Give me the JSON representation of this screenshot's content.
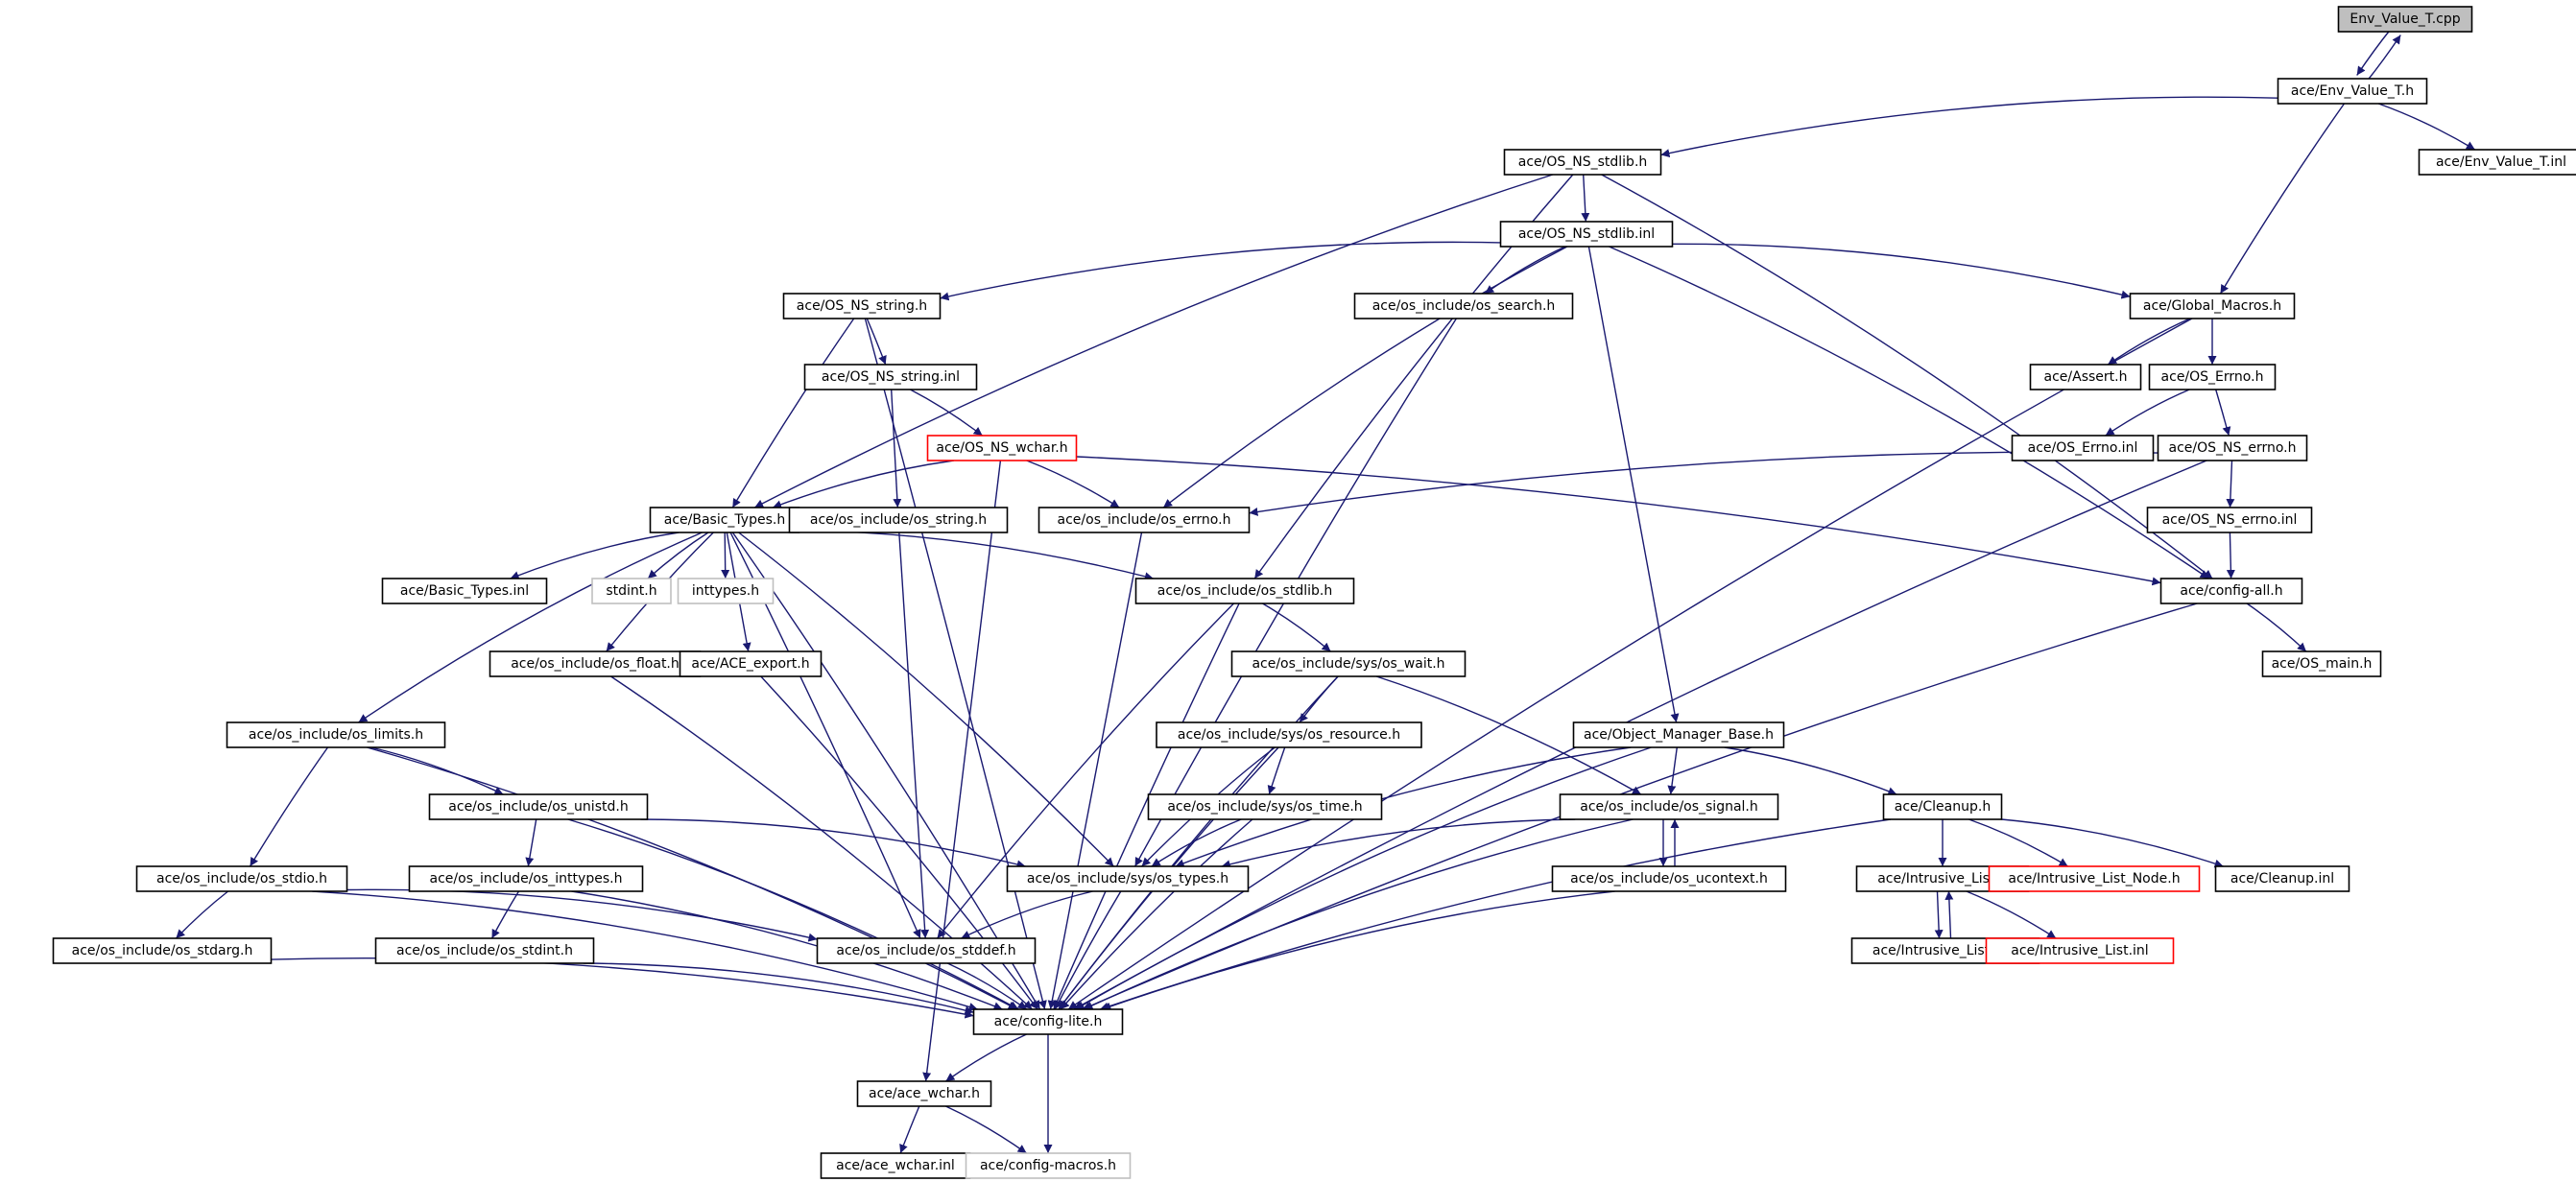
{
  "graph": {
    "nodes": [
      {
        "id": "env_value_t_cpp",
        "label": "Env_Value_T.cpp",
        "style": "root"
      },
      {
        "id": "env_value_t_h",
        "label": "ace/Env_Value_T.h",
        "style": "normal"
      },
      {
        "id": "env_value_t_inl",
        "label": "ace/Env_Value_T.inl",
        "style": "normal"
      },
      {
        "id": "os_ns_stdlib_h",
        "label": "ace/OS_NS_stdlib.h",
        "style": "normal"
      },
      {
        "id": "os_ns_stdlib_inl",
        "label": "ace/OS_NS_stdlib.inl",
        "style": "normal"
      },
      {
        "id": "os_ns_string_h",
        "label": "ace/OS_NS_string.h",
        "style": "normal"
      },
      {
        "id": "os_search_h",
        "label": "ace/os_include/os_search.h",
        "style": "normal"
      },
      {
        "id": "global_macros_h",
        "label": "ace/Global_Macros.h",
        "style": "normal"
      },
      {
        "id": "os_ns_string_inl",
        "label": "ace/OS_NS_string.inl",
        "style": "normal"
      },
      {
        "id": "assert_h",
        "label": "ace/Assert.h",
        "style": "normal"
      },
      {
        "id": "os_errno_h_cap",
        "label": "ace/OS_Errno.h",
        "style": "normal"
      },
      {
        "id": "os_ns_wchar_h",
        "label": "ace/OS_NS_wchar.h",
        "style": "red"
      },
      {
        "id": "os_errno_inl_cap",
        "label": "ace/OS_Errno.inl",
        "style": "normal"
      },
      {
        "id": "os_ns_errno_h",
        "label": "ace/OS_NS_errno.h",
        "style": "normal"
      },
      {
        "id": "basic_types_h",
        "label": "ace/Basic_Types.h",
        "style": "normal"
      },
      {
        "id": "os_string_h",
        "label": "ace/os_include/os_string.h",
        "style": "normal"
      },
      {
        "id": "os_errno_h",
        "label": "ace/os_include/os_errno.h",
        "style": "normal"
      },
      {
        "id": "os_ns_errno_inl",
        "label": "ace/OS_NS_errno.inl",
        "style": "normal"
      },
      {
        "id": "basic_types_inl",
        "label": "ace/Basic_Types.inl",
        "style": "normal"
      },
      {
        "id": "stdint_h",
        "label": "stdint.h",
        "style": "gray"
      },
      {
        "id": "inttypes_h",
        "label": "inttypes.h",
        "style": "gray"
      },
      {
        "id": "os_stdlib_h",
        "label": "ace/os_include/os_stdlib.h",
        "style": "normal"
      },
      {
        "id": "config_all_h",
        "label": "ace/config-all.h",
        "style": "normal"
      },
      {
        "id": "os_float_h",
        "label": "ace/os_include/os_float.h",
        "style": "normal"
      },
      {
        "id": "ace_export_h",
        "label": "ace/ACE_export.h",
        "style": "normal"
      },
      {
        "id": "os_wait_h",
        "label": "ace/os_include/sys/os_wait.h",
        "style": "normal"
      },
      {
        "id": "os_main_h",
        "label": "ace/OS_main.h",
        "style": "normal"
      },
      {
        "id": "os_limits_h",
        "label": "ace/os_include/os_limits.h",
        "style": "normal"
      },
      {
        "id": "os_resource_h",
        "label": "ace/os_include/sys/os_resource.h",
        "style": "normal"
      },
      {
        "id": "object_manager_base_h",
        "label": "ace/Object_Manager_Base.h",
        "style": "normal"
      },
      {
        "id": "os_unistd_h",
        "label": "ace/os_include/os_unistd.h",
        "style": "normal"
      },
      {
        "id": "os_time_h",
        "label": "ace/os_include/sys/os_time.h",
        "style": "normal"
      },
      {
        "id": "os_signal_h",
        "label": "ace/os_include/os_signal.h",
        "style": "normal"
      },
      {
        "id": "cleanup_h",
        "label": "ace/Cleanup.h",
        "style": "normal"
      },
      {
        "id": "os_stdio_h",
        "label": "ace/os_include/os_stdio.h",
        "style": "normal"
      },
      {
        "id": "os_inttypes_h",
        "label": "ace/os_include/os_inttypes.h",
        "style": "normal"
      },
      {
        "id": "os_types_h",
        "label": "ace/os_include/sys/os_types.h",
        "style": "normal"
      },
      {
        "id": "os_ucontext_h",
        "label": "ace/os_include/os_ucontext.h",
        "style": "normal"
      },
      {
        "id": "intrusive_list_h",
        "label": "ace/Intrusive_List.h",
        "style": "normal"
      },
      {
        "id": "intrusive_list_node_h",
        "label": "ace/Intrusive_List_Node.h",
        "style": "red"
      },
      {
        "id": "cleanup_inl",
        "label": "ace/Cleanup.inl",
        "style": "normal"
      },
      {
        "id": "os_stdarg_h",
        "label": "ace/os_include/os_stdarg.h",
        "style": "normal"
      },
      {
        "id": "os_stdint_h",
        "label": "ace/os_include/os_stdint.h",
        "style": "normal"
      },
      {
        "id": "os_stddef_h",
        "label": "ace/os_include/os_stddef.h",
        "style": "normal"
      },
      {
        "id": "intrusive_list_cpp",
        "label": "ace/Intrusive_List.cpp",
        "style": "normal"
      },
      {
        "id": "intrusive_list_inl",
        "label": "ace/Intrusive_List.inl",
        "style": "red"
      },
      {
        "id": "config_lite_h",
        "label": "ace/config-lite.h",
        "style": "normal"
      },
      {
        "id": "ace_wchar_h",
        "label": "ace/ace_wchar.h",
        "style": "normal"
      },
      {
        "id": "ace_wchar_inl",
        "label": "ace/ace_wchar.inl",
        "style": "normal"
      },
      {
        "id": "config_macros_h",
        "label": "ace/config-macros.h",
        "style": "gray"
      }
    ],
    "edges": [
      [
        "env_value_t_cpp",
        "env_value_t_h"
      ],
      [
        "env_value_t_h",
        "env_value_t_cpp"
      ],
      [
        "env_value_t_h",
        "os_ns_stdlib_h"
      ],
      [
        "env_value_t_h",
        "global_macros_h"
      ],
      [
        "env_value_t_h",
        "env_value_t_inl"
      ],
      [
        "os_ns_stdlib_h",
        "basic_types_h"
      ],
      [
        "os_ns_stdlib_h",
        "os_stdlib_h"
      ],
      [
        "os_ns_stdlib_h",
        "config_all_h"
      ],
      [
        "os_ns_stdlib_h",
        "os_ns_stdlib_inl"
      ],
      [
        "os_ns_stdlib_inl",
        "os_ns_string_h"
      ],
      [
        "os_ns_stdlib_inl",
        "os_search_h"
      ],
      [
        "os_ns_stdlib_inl",
        "global_macros_h"
      ],
      [
        "os_ns_stdlib_inl",
        "os_errno_h"
      ],
      [
        "os_ns_stdlib_inl",
        "object_manager_base_h"
      ],
      [
        "os_ns_stdlib_inl",
        "config_all_h"
      ],
      [
        "os_ns_string_h",
        "basic_types_h"
      ],
      [
        "os_ns_string_h",
        "os_ns_string_inl"
      ],
      [
        "os_ns_string_h",
        "config_lite_h"
      ],
      [
        "os_ns_string_inl",
        "os_ns_wchar_h"
      ],
      [
        "os_ns_string_inl",
        "os_string_h"
      ],
      [
        "os_search_h",
        "os_types_h"
      ],
      [
        "global_macros_h",
        "assert_h"
      ],
      [
        "global_macros_h",
        "os_errno_h_cap"
      ],
      [
        "global_macros_h",
        "config_lite_h"
      ],
      [
        "os_errno_h_cap",
        "os_errno_inl_cap"
      ],
      [
        "os_errno_h_cap",
        "os_ns_errno_h"
      ],
      [
        "os_ns_wchar_h",
        "basic_types_h"
      ],
      [
        "os_ns_wchar_h",
        "os_errno_h"
      ],
      [
        "os_ns_wchar_h",
        "config_all_h"
      ],
      [
        "os_ns_wchar_h",
        "ace_wchar_h"
      ],
      [
        "os_ns_errno_h",
        "os_errno_h"
      ],
      [
        "os_ns_errno_h",
        "os_ns_errno_inl"
      ],
      [
        "os_ns_errno_h",
        "config_lite_h"
      ],
      [
        "os_ns_errno_inl",
        "config_all_h"
      ],
      [
        "basic_types_h",
        "basic_types_inl"
      ],
      [
        "basic_types_h",
        "stdint_h"
      ],
      [
        "basic_types_h",
        "inttypes_h"
      ],
      [
        "basic_types_h",
        "os_float_h"
      ],
      [
        "basic_types_h",
        "ace_export_h"
      ],
      [
        "basic_types_h",
        "os_limits_h"
      ],
      [
        "basic_types_h",
        "os_stdlib_h"
      ],
      [
        "basic_types_h",
        "os_types_h"
      ],
      [
        "basic_types_h",
        "os_stddef_h"
      ],
      [
        "basic_types_h",
        "config_lite_h"
      ],
      [
        "os_string_h",
        "os_stddef_h"
      ],
      [
        "os_errno_h",
        "config_lite_h"
      ],
      [
        "os_stdlib_h",
        "os_wait_h"
      ],
      [
        "os_stdlib_h",
        "os_stddef_h"
      ],
      [
        "os_stdlib_h",
        "config_lite_h"
      ],
      [
        "config_all_h",
        "os_main_h"
      ],
      [
        "config_all_h",
        "config_lite_h"
      ],
      [
        "os_float_h",
        "config_lite_h"
      ],
      [
        "ace_export_h",
        "config_lite_h"
      ],
      [
        "os_wait_h",
        "os_resource_h"
      ],
      [
        "os_wait_h",
        "os_signal_h"
      ],
      [
        "os_wait_h",
        "config_lite_h"
      ],
      [
        "os_limits_h",
        "os_unistd_h"
      ],
      [
        "os_limits_h",
        "os_stdio_h"
      ],
      [
        "os_limits_h",
        "config_lite_h"
      ],
      [
        "os_resource_h",
        "os_time_h"
      ],
      [
        "os_resource_h",
        "os_types_h"
      ],
      [
        "os_resource_h",
        "config_lite_h"
      ],
      [
        "object_manager_base_h",
        "os_signal_h"
      ],
      [
        "object_manager_base_h",
        "cleanup_h"
      ],
      [
        "object_manager_base_h",
        "os_types_h"
      ],
      [
        "object_manager_base_h",
        "config_lite_h"
      ],
      [
        "os_unistd_h",
        "os_inttypes_h"
      ],
      [
        "os_unistd_h",
        "os_types_h"
      ],
      [
        "os_unistd_h",
        "config_lite_h"
      ],
      [
        "os_time_h",
        "os_types_h"
      ],
      [
        "os_time_h",
        "config_lite_h"
      ],
      [
        "os_signal_h",
        "os_types_h"
      ],
      [
        "os_signal_h",
        "os_ucontext_h"
      ],
      [
        "os_signal_h",
        "config_lite_h"
      ],
      [
        "os_ucontext_h",
        "os_signal_h"
      ],
      [
        "os_ucontext_h",
        "config_lite_h"
      ],
      [
        "cleanup_h",
        "intrusive_list_h"
      ],
      [
        "cleanup_h",
        "intrusive_list_node_h"
      ],
      [
        "cleanup_h",
        "cleanup_inl"
      ],
      [
        "cleanup_h",
        "config_lite_h"
      ],
      [
        "os_stdio_h",
        "os_stdarg_h"
      ],
      [
        "os_stdio_h",
        "os_stddef_h"
      ],
      [
        "os_stdio_h",
        "config_lite_h"
      ],
      [
        "os_inttypes_h",
        "os_stdint_h"
      ],
      [
        "os_inttypes_h",
        "config_lite_h"
      ],
      [
        "os_types_h",
        "os_stddef_h"
      ],
      [
        "os_types_h",
        "config_lite_h"
      ],
      [
        "intrusive_list_h",
        "intrusive_list_cpp"
      ],
      [
        "intrusive_list_h",
        "intrusive_list_inl"
      ],
      [
        "intrusive_list_cpp",
        "intrusive_list_h"
      ],
      [
        "os_stdarg_h",
        "config_lite_h"
      ],
      [
        "os_stdint_h",
        "config_lite_h"
      ],
      [
        "os_stddef_h",
        "config_lite_h"
      ],
      [
        "config_lite_h",
        "ace_wchar_h"
      ],
      [
        "config_lite_h",
        "config_macros_h"
      ],
      [
        "ace_wchar_h",
        "ace_wchar_inl"
      ],
      [
        "ace_wchar_h",
        "config_macros_h"
      ]
    ]
  },
  "colors": {
    "edge": "#191970",
    "root_fill": "#bfbfbf",
    "missing_border": "#ff0000",
    "external_border": "#bfbfbf"
  }
}
